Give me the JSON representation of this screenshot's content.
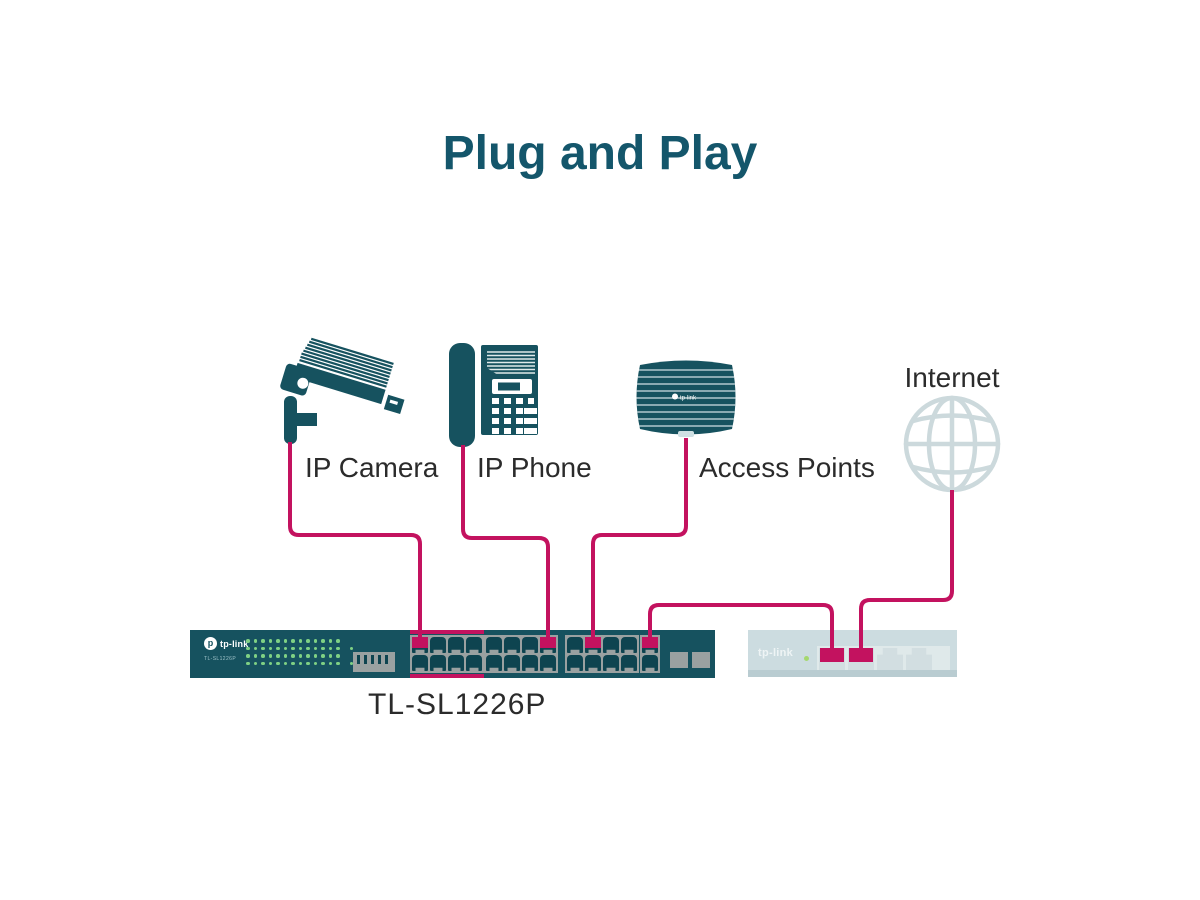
{
  "title": "Plug and Play",
  "colors": {
    "teal": "#16525f",
    "title_teal": "#14566b",
    "magenta": "#c3125f",
    "device_light": "#ccdce0",
    "panel_gray": "#9aa1a1",
    "led_green": "#7fd184",
    "label_text": "#2b2b2b",
    "globe_gray": "#ccd9dc"
  },
  "labels": {
    "camera": "IP Camera",
    "phone": "IP Phone",
    "access_points": "Access Points",
    "internet": "Internet"
  },
  "switch": {
    "brand": "tp-link",
    "logo_glyph": "p",
    "model": "TL-SL1226P",
    "model_label": "TL-SL1226P",
    "leds": {
      "rows": 4,
      "cols": 13,
      "extra_rows": [
        1,
        3
      ]
    },
    "port_groups": [
      {
        "cols": 4,
        "highlighted": true,
        "connected": [
          0
        ]
      },
      {
        "cols": 4,
        "highlighted": false,
        "connected": [
          3
        ]
      },
      {
        "cols": 4,
        "highlighted": false,
        "connected": [
          1
        ]
      },
      {
        "cols": 1,
        "highlighted": false,
        "connected": [
          0
        ]
      }
    ],
    "sfp_slots": 2
  },
  "router": {
    "brand": "tp-link",
    "ports": 4,
    "connected": [
      0,
      1
    ]
  },
  "access_point": {
    "brand": "tp-link"
  }
}
